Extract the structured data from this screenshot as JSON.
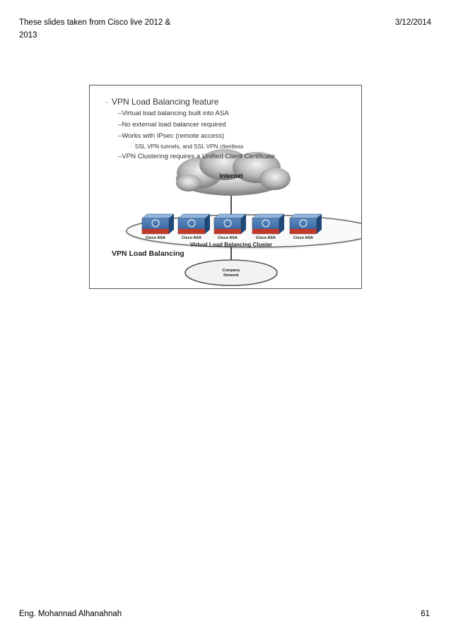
{
  "header": {
    "left": "These slides taken from Cisco live 2012 & 2013",
    "right": "3/12/2014"
  },
  "footer": {
    "left": "Eng. Mohannad Alhanahnah",
    "page_number": "61"
  },
  "slide": {
    "bullet_main": "VPN Load Balancing feature",
    "sub1": "–Virtual load balancing built into ASA",
    "sub2": "–No external load balancer required",
    "sub3": "–Works with IPsec (remote access)",
    "sub3a": "SSL VPN tunnels, and SSL VPN clientless",
    "sub4": "–VPN Clustering requires a Unified Client Certificate",
    "diagram": {
      "cloud_label": "Internet",
      "device_label": "Cisco ASA",
      "cluster_label": "Virtual Load Balancing Cluster",
      "caption": "VPN Load Balancing",
      "network_line1": "Company",
      "network_line2": "Network"
    }
  }
}
